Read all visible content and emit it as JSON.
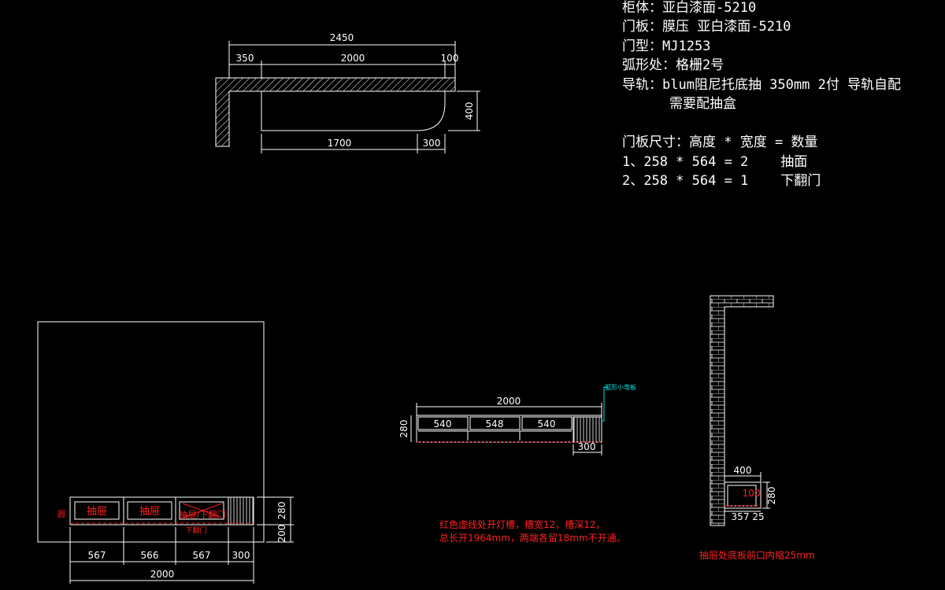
{
  "spec": {
    "cabinet_body": "柜体：亚白漆面-5210",
    "door_panel": "门板：膜压 亚白漆面-5210",
    "door_type": "门型：MJ1253",
    "arc_part": "弧形处：格栅2号",
    "rail_line1": "导轨：blum阻尼托底抽 350mm 2付 导轨自配",
    "rail_line2": "需要配抽盒",
    "size_header": "门板尺寸：高度 * 宽度 = 数量",
    "size_row1": "1、258 * 564 = 2    抽面",
    "size_row2": "2、258 * 564 = 1    下翻门"
  },
  "plan": {
    "dim_total": "2450",
    "dim_left": "350",
    "dim_mid": "2000",
    "dim_right": "100",
    "dim_depth": "400",
    "dim_bottom_left": "1700",
    "dim_bottom_right": "300"
  },
  "elevation": {
    "drawer1": "抽屉",
    "drawer2": "抽屉",
    "drawer3": "抽屉/下翻门",
    "flip_door_label": "下翻门",
    "left_mark": "圆",
    "dim_h1": "280",
    "dim_h2": "200",
    "dim_w1": "567",
    "dim_w2": "566",
    "dim_w3": "567",
    "dim_w4": "300",
    "dim_total": "2000"
  },
  "front": {
    "dim_total": "2000",
    "dim_height": "280",
    "seg1": "540",
    "seg2": "548",
    "seg3": "540",
    "dim_arc": "300",
    "arc_note": "弧形小弯板"
  },
  "notes": {
    "red_line1": "红色虚线处开灯槽，槽宽12，槽深12，",
    "red_line2": "总长开1964mm，两端各留18mm不开通。",
    "section_note": "抽屉处底板前口内缩25mm"
  },
  "section": {
    "dim_depth": "400",
    "dim_height": "280",
    "dim_inner": "100",
    "dim_a": "357",
    "dim_b": "25"
  }
}
